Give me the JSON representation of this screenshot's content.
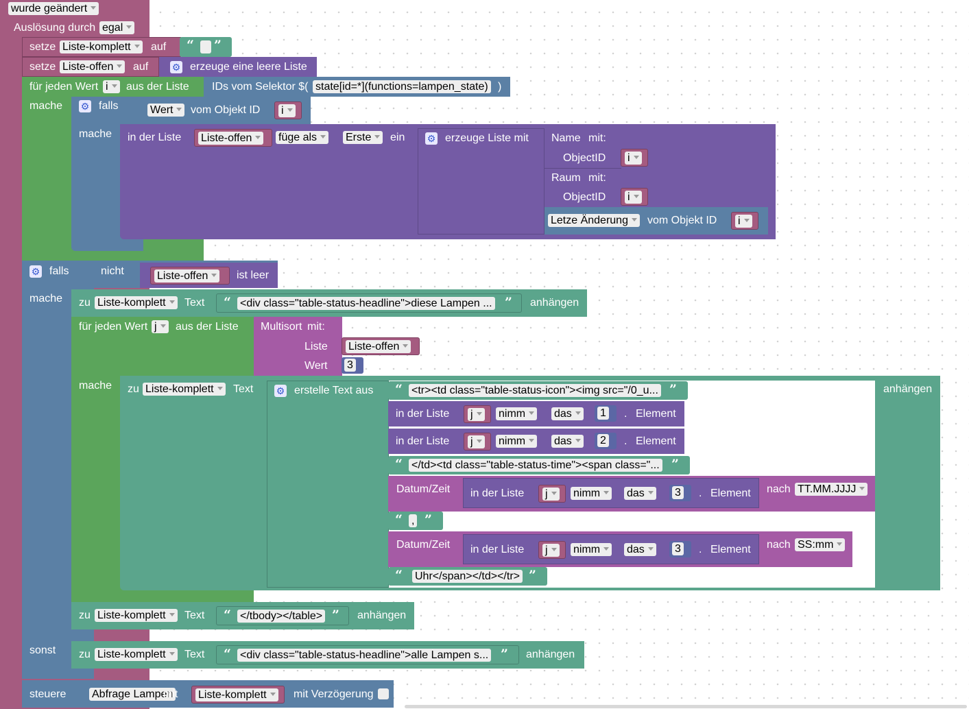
{
  "trigger": {
    "changed": "wurde geändert",
    "triggered_by": "Auslösung durch",
    "trigger_value": "egal"
  },
  "kw": {
    "set": "setze",
    "to": "auf",
    "for_each": "für jeden Wert",
    "from_list": "aus der Liste",
    "do": "mache",
    "if": "falls",
    "else": "sonst",
    "not": "nicht",
    "is_empty": "ist leer",
    "in_list": "in der Liste",
    "to_item": "zu",
    "text": "Text",
    "append": "anhängen",
    "of_object_id": "vom Objekt ID",
    "insert_as": "füge als",
    "first": "Erste",
    "insert_end": "ein",
    "get": "nimm",
    "the": "das",
    "element": "Element",
    "dot": ".",
    "with": "mit:",
    "with2": "mit",
    "after": "nach",
    "datetime": "Datum/Zeit",
    "control": "steuere",
    "delay": "mit Verzögerung"
  },
  "blocks": {
    "empty_list": "erzeuge eine leere Liste",
    "selector_prefix": "IDs vom Selektor $(",
    "selector_value": "state[id=*](functions=lampen_state)",
    "selector_suffix": ")",
    "create_list_with": "erzeuge Liste mit",
    "multisort": "Multisort",
    "create_text": "erstelle Text aus"
  },
  "vars": {
    "complete": "Liste-komplett",
    "open": "Liste-offen",
    "i": "i",
    "j": "j"
  },
  "props": {
    "value": "Wert",
    "last_change": "Letze Änderung"
  },
  "fields": {
    "name": "Name",
    "objectid": "ObjectID",
    "room": "Raum",
    "list": "Liste",
    "value": "Wert"
  },
  "strings": {
    "empty": "",
    "headline_lamps": "<div class=\"table-status-headline\">diese Lampen ...",
    "row_start": "<tr><td class=\"table-status-icon\"><img src=\"/0_u...",
    "td_time": "</td><td class=\"table-status-time\"><span class=\"...",
    "comma": ",",
    "uhr": "Uhr</span></td></tr>",
    "tbody_end": "</tbody></table>",
    "all_lamps": "<div class=\"table-status-headline\">alle Lampen s..."
  },
  "numbers": {
    "n1": "1",
    "n2": "2",
    "n3": "3"
  },
  "formats": {
    "date": "TT.MM.JJJJ",
    "time": "SS:mm"
  },
  "control": {
    "target": "Abfrage Lampen"
  },
  "colors": {
    "event": "#a55b80",
    "variable": "#a55b80",
    "loop": "#5ba55b",
    "logic": "#5b80a5",
    "list": "#745ba5",
    "text": "#5ba58c",
    "math": "#5b67a5",
    "control": "#5b80a5",
    "select_color": "#5b80a5",
    "field_bg": "#eeeeee"
  }
}
